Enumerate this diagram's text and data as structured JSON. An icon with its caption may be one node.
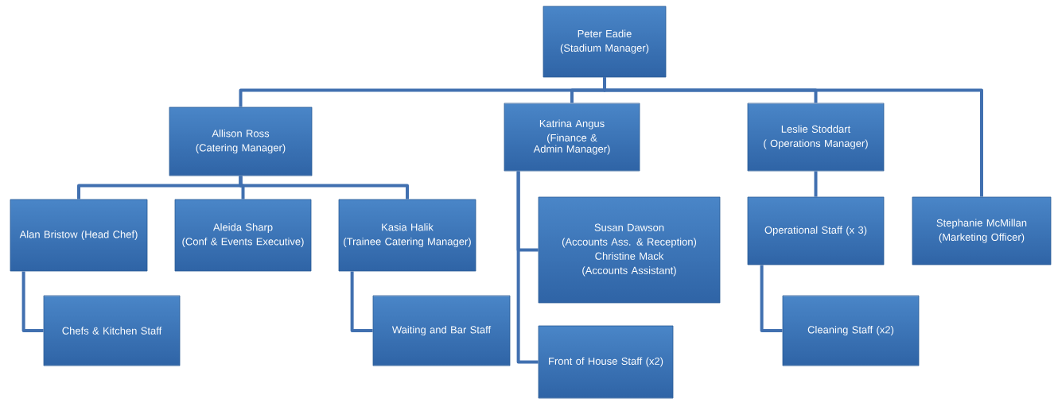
{
  "diagram": {
    "nodes": [
      {
        "text": [
          "Peter Eadie",
          "(Stadium Manager)"
        ]
      },
      {
        "text": [
          "Allison Ross",
          "(Catering Manager)"
        ]
      },
      {
        "text": [
          "Katrina Angus",
          "(Finance & Admin Manager)"
        ]
      },
      {
        "text": [
          "Leslie Stoddart",
          "( Operations Manager)"
        ]
      },
      {
        "text": [
          "Alan Bristow (Head Chef)"
        ]
      },
      {
        "text": [
          "Aleida Sharp",
          "(Conf & Events Executive)"
        ]
      },
      {
        "text": [
          "Kasia Halik",
          "(Trainee Catering Manager)"
        ]
      },
      {
        "text": [
          "Chefs & Kitchen Staff"
        ]
      },
      {
        "text": [
          "Waiting and Bar Staff"
        ]
      },
      {
        "text": [
          "Susan Dawson",
          "(Accounts Ass. & Reception)",
          "Christine Mack",
          "(Accounts Assistant)"
        ]
      },
      {
        "text": [
          "Front of House Staff (x2)"
        ]
      },
      {
        "text": [
          "Operational Staff (x 3)"
        ]
      },
      {
        "text": [
          "Stephanie McMillan",
          "(Marketing Officer)"
        ]
      },
      {
        "text": [
          "Cleaning Staff (x2)"
        ]
      }
    ],
    "edges": [
      {
        "from": 0,
        "to": 1,
        "arrow": "none"
      },
      {
        "from": 0,
        "to": 2,
        "arrow": "none"
      },
      {
        "from": 0,
        "to": 3,
        "arrow": "none"
      },
      {
        "from": 0,
        "to": 12,
        "arrow": "none"
      },
      {
        "from": 1,
        "to": 4,
        "arrow": "none"
      },
      {
        "from": 1,
        "to": 5,
        "arrow": "none"
      },
      {
        "from": 1,
        "to": 6,
        "arrow": "none"
      },
      {
        "from": 4,
        "to": 7,
        "arrow": "none"
      },
      {
        "from": 6,
        "to": 8,
        "arrow": "none"
      },
      {
        "from": 2,
        "to": 9,
        "arrow": "none"
      },
      {
        "from": 2,
        "to": 10,
        "arrow": "none"
      },
      {
        "from": 3,
        "to": 11,
        "arrow": "none"
      },
      {
        "from": 11,
        "to": 13,
        "arrow": "none"
      }
    ]
  }
}
